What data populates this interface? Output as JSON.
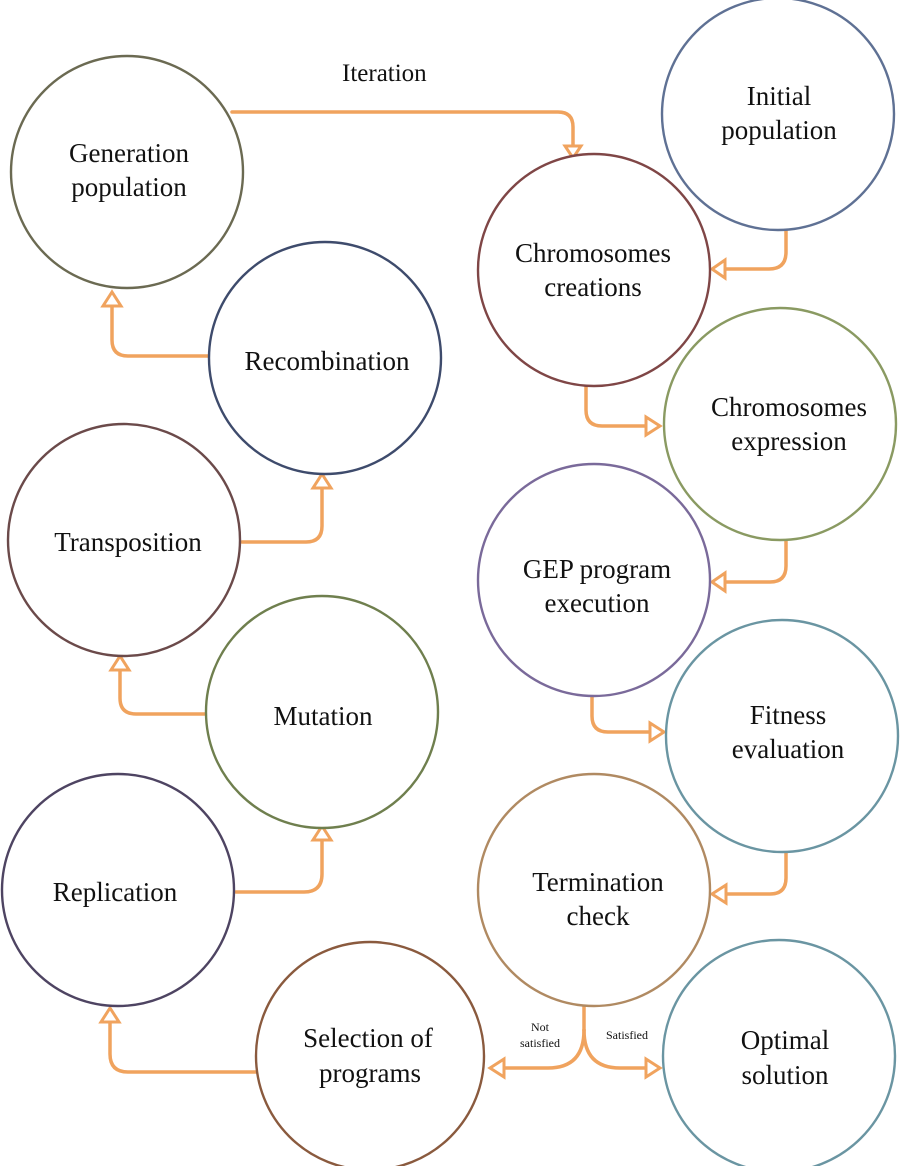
{
  "iteration_label": "Iteration",
  "nodes": {
    "generation_population": {
      "lines": [
        "Generation",
        "population"
      ],
      "color": "#6b6a52"
    },
    "recombination": {
      "lines": [
        "Recombination"
      ],
      "color": "#3e4b6c"
    },
    "transposition": {
      "lines": [
        "Transposition"
      ],
      "color": "#6b4a4a"
    },
    "mutation": {
      "lines": [
        "Mutation"
      ],
      "color": "#6f7f4e"
    },
    "replication": {
      "lines": [
        "Replication"
      ],
      "color": "#4e4462"
    },
    "selection_of_programs": {
      "lines": [
        "Selection of",
        "programs"
      ],
      "color": "#8a5a3e"
    },
    "initial_population": {
      "lines": [
        "Initial",
        "population"
      ],
      "color": "#5f7194"
    },
    "chromosomes_creations": {
      "lines": [
        "Chromosomes",
        "creations"
      ],
      "color": "#7f4646"
    },
    "chromosomes_expression": {
      "lines": [
        "Chromosomes",
        "expression"
      ],
      "color": "#8a9a62"
    },
    "gep_program_execution": {
      "lines": [
        "GEP program",
        "execution"
      ],
      "color": "#7a6a9a"
    },
    "fitness_evaluation": {
      "lines": [
        "Fitness",
        "evaluation"
      ],
      "color": "#6a95a2"
    },
    "termination_check": {
      "lines": [
        "Termination",
        "check"
      ],
      "color": "#b08a62"
    },
    "optimal_solution": {
      "lines": [
        "Optimal",
        "solution"
      ],
      "color": "#6a95a2"
    }
  },
  "branch_labels": {
    "not_satisfied": [
      "Not",
      "satisfied"
    ],
    "satisfied": "Satisfied"
  },
  "colors": {
    "connector": "#f0a35e",
    "text": "#111111",
    "background": "#ffffff"
  }
}
